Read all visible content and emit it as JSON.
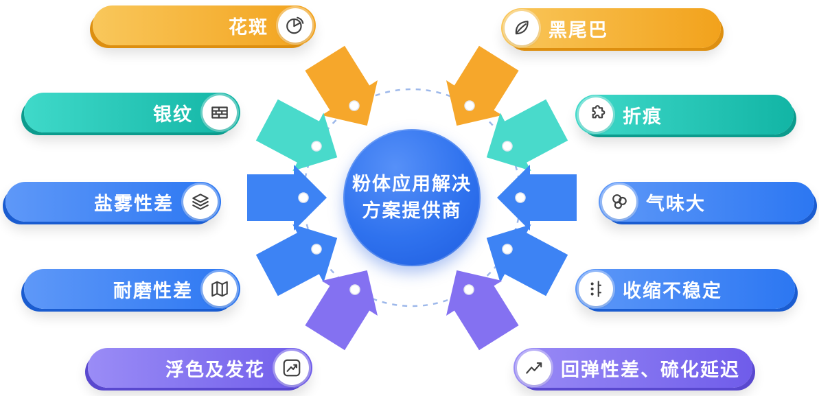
{
  "center": {
    "line1": "粉体应用解决",
    "line2": "方案提供商"
  },
  "pills": [
    {
      "label": "花斑",
      "side": "left",
      "icon": "pie-chart-icon",
      "color": "#F2A21C"
    },
    {
      "label": "黑尾巴",
      "side": "right",
      "icon": "leaf-icon",
      "color": "#F2A21C"
    },
    {
      "label": "银纹",
      "side": "left",
      "icon": "bricks-icon",
      "color": "#12B5A5"
    },
    {
      "label": "折痕",
      "side": "right",
      "icon": "puzzle-icon",
      "color": "#12B5A5"
    },
    {
      "label": "盐雾性差",
      "side": "left",
      "icon": "layers-icon",
      "color": "#2C77F2"
    },
    {
      "label": "气味大",
      "side": "right",
      "icon": "bubbles-icon",
      "color": "#2C77F2"
    },
    {
      "label": "耐磨性差",
      "side": "left",
      "icon": "map-icon",
      "color": "#2C77F2"
    },
    {
      "label": "收缩不稳定",
      "side": "right",
      "icon": "shrink-icon",
      "color": "#2C77F2"
    },
    {
      "label": "浮色及发花",
      "side": "left",
      "icon": "trend-up-icon",
      "color": "#6F5CEA"
    },
    {
      "label": "回弹性差、硫化延迟",
      "side": "right",
      "icon": "line-chart-icon",
      "color": "#6F5CEA"
    }
  ],
  "colors": {
    "orange": "#F2A21C",
    "teal": "#12B5A5",
    "blue": "#2C77F2",
    "purple": "#6F5CEA",
    "center_blue": "#2F72EE",
    "dashed_ring": "#9DB8EA",
    "dot": "#FFFFFF",
    "background": "#FFFFFF"
  }
}
